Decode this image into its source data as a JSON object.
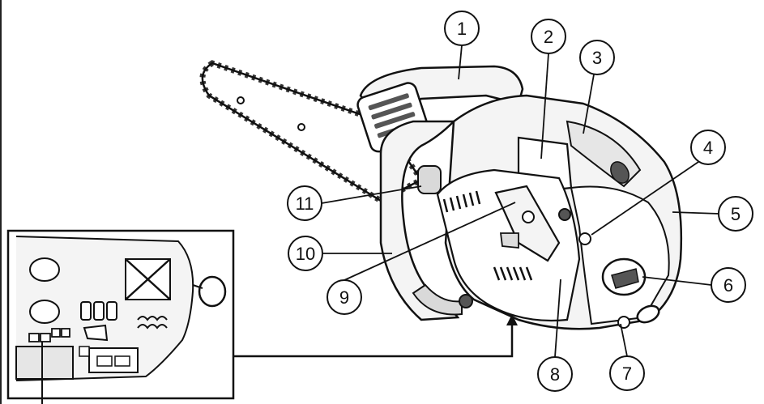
{
  "diagram": {
    "callouts": [
      {
        "id": "c1",
        "label": "1"
      },
      {
        "id": "c2",
        "label": "2"
      },
      {
        "id": "c3",
        "label": "3"
      },
      {
        "id": "c4",
        "label": "4"
      },
      {
        "id": "c5",
        "label": "5"
      },
      {
        "id": "c6",
        "label": "6"
      },
      {
        "id": "c7",
        "label": "7"
      },
      {
        "id": "c8",
        "label": "8"
      },
      {
        "id": "c9",
        "label": "9"
      },
      {
        "id": "c10",
        "label": "10"
      },
      {
        "id": "c11",
        "label": "11"
      }
    ]
  },
  "colors": {
    "line": "#111111",
    "fill_light": "#f4f4f4",
    "fill_mid": "#d9d9d9",
    "fill_dark": "#555555"
  }
}
